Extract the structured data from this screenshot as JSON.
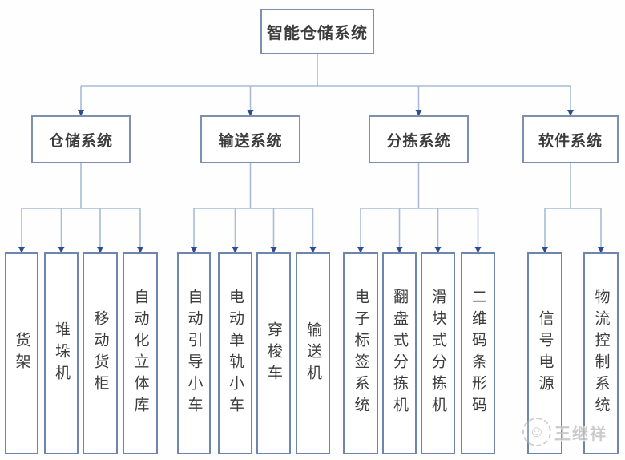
{
  "tree": {
    "root": "智能仓储系统",
    "branches": [
      {
        "label": "仓储系统",
        "children": [
          "货架",
          "堆垛机",
          "移动货柜",
          "自动化立体库"
        ]
      },
      {
        "label": "输送系统",
        "children": [
          "自动引导小车",
          "电动单轨小车",
          "穿梭车",
          "输送机"
        ]
      },
      {
        "label": "分拣系统",
        "children": [
          "电子标签系统",
          "翻盘式分拣机",
          "滑块式分拣机",
          "二维码条形码"
        ]
      },
      {
        "label": "软件系统",
        "children": [
          "信号电源",
          "物流控制系统"
        ]
      }
    ]
  },
  "watermark": {
    "text": "王继祥",
    "smiley_icon": "☺"
  },
  "colors": {
    "box_border": "#7d90b2",
    "leaf_border": "#6e86ad",
    "connector_line": "#a9bbd6",
    "arrow": "#2e4d8f",
    "text": "#3d3d3d",
    "watermark": "#c2c2c2",
    "background": "#fefefe"
  }
}
